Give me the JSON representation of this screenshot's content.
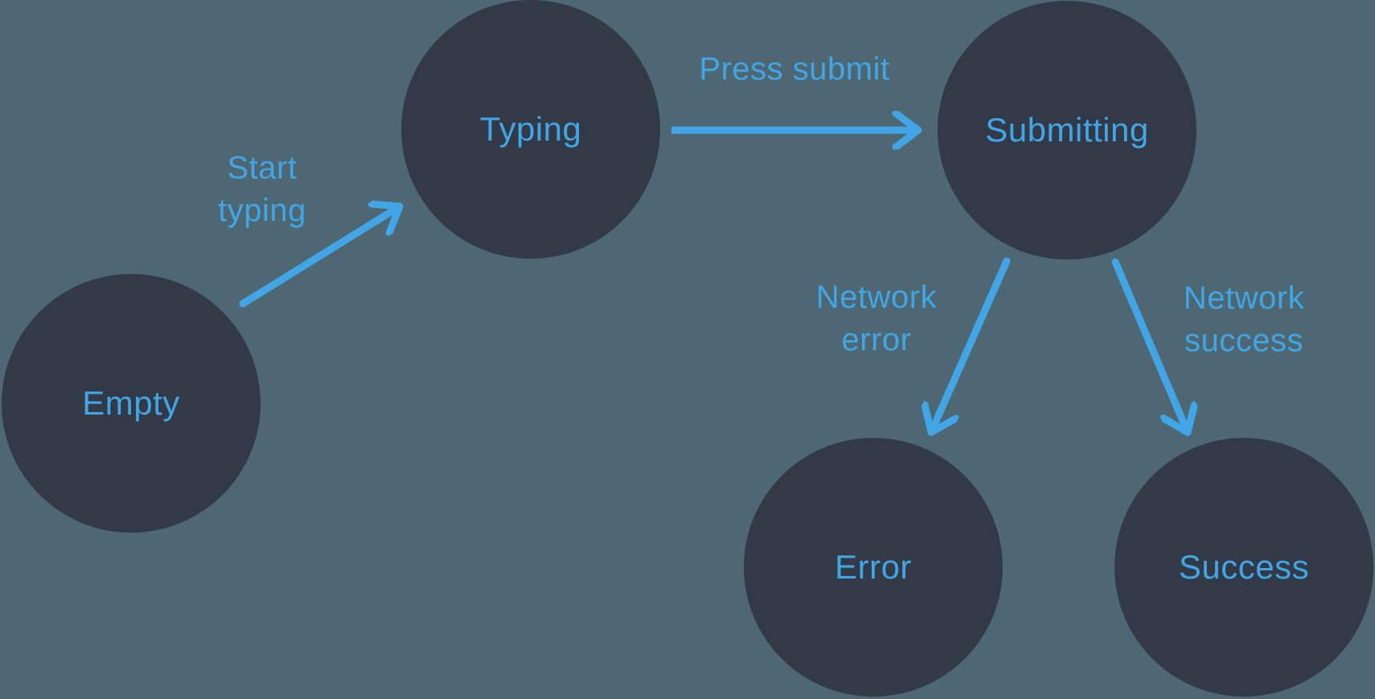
{
  "diagram": {
    "type": "state-machine",
    "colors": {
      "background": "#4d6773",
      "node_fill": "#333a47",
      "accent": "#42a5e5"
    },
    "nodes": [
      {
        "id": "empty",
        "label": "Empty"
      },
      {
        "id": "typing",
        "label": "Typing"
      },
      {
        "id": "submitting",
        "label": "Submitting"
      },
      {
        "id": "error",
        "label": "Error"
      },
      {
        "id": "success",
        "label": "Success"
      }
    ],
    "edges": [
      {
        "from": "Empty",
        "to": "Typing",
        "label": "Start\ntyping"
      },
      {
        "from": "Typing",
        "to": "Submitting",
        "label": "Press submit"
      },
      {
        "from": "Submitting",
        "to": "Error",
        "label": "Network\nerror"
      },
      {
        "from": "Submitting",
        "to": "Success",
        "label": "Network\nsuccess"
      }
    ]
  }
}
